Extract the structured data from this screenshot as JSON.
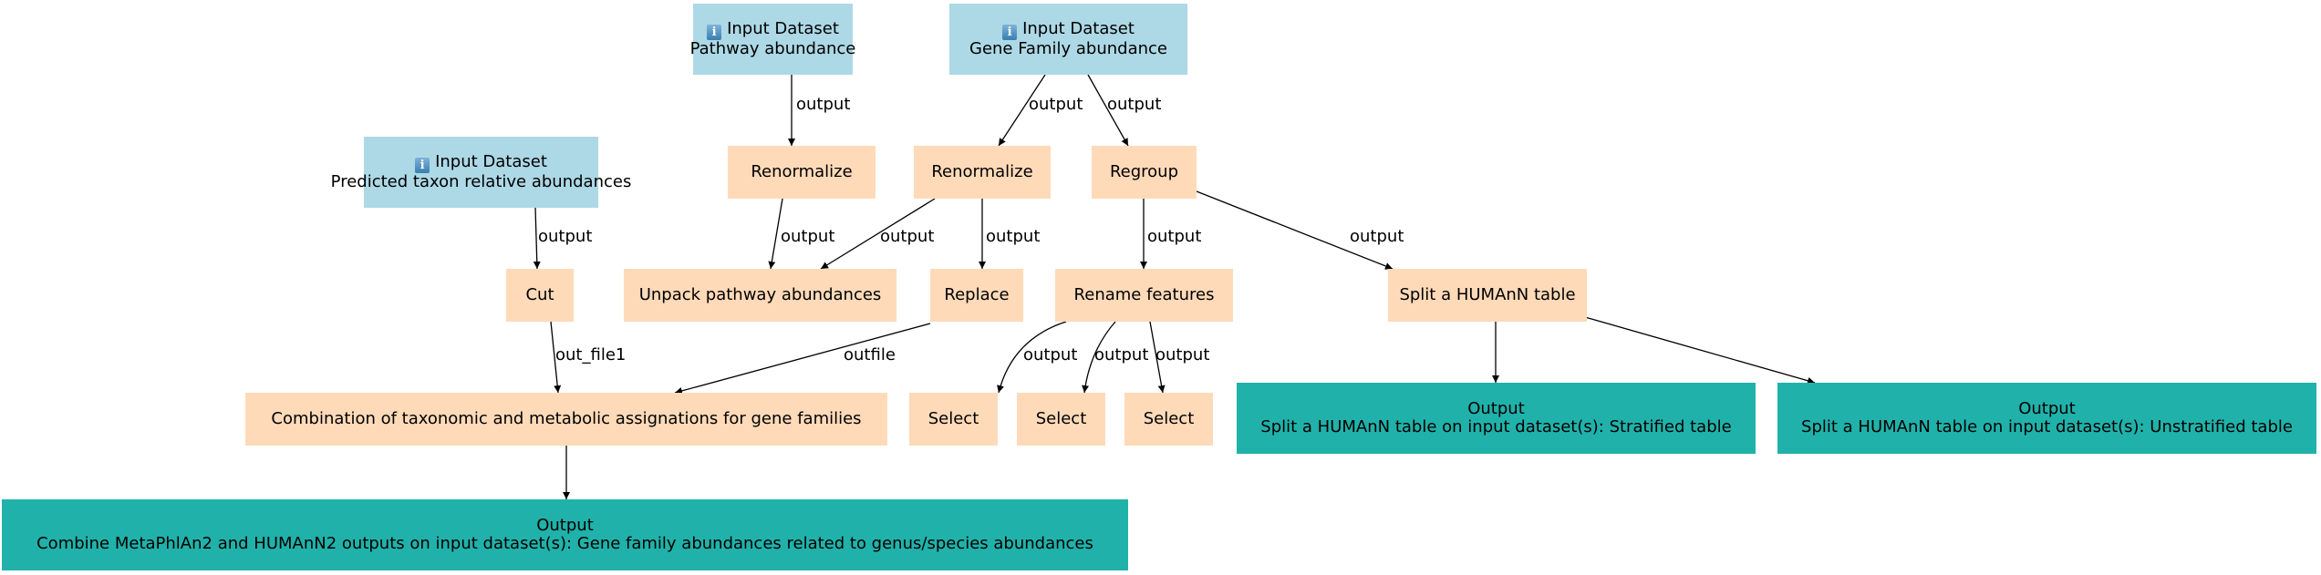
{
  "diagram": {
    "title": "Galaxy workflow graph",
    "colors": {
      "input": "#add8e6",
      "tool": "#ffdab9",
      "output": "#20b2aa",
      "edge": "#000000"
    },
    "nodes": [
      {
        "id": "in_pathway",
        "kind": "input",
        "icon": "info-icon",
        "header": "Input Dataset",
        "label": "Pathway abundance"
      },
      {
        "id": "in_genefam",
        "kind": "input",
        "icon": "info-icon",
        "header": "Input Dataset",
        "label": "Gene Family abundance"
      },
      {
        "id": "in_taxon",
        "kind": "input",
        "icon": "info-icon",
        "header": "Input Dataset",
        "label": "Predicted taxon relative abundances"
      },
      {
        "id": "renorm1",
        "kind": "tool",
        "label": "Renormalize"
      },
      {
        "id": "renorm2",
        "kind": "tool",
        "label": "Renormalize"
      },
      {
        "id": "regroup",
        "kind": "tool",
        "label": "Regroup"
      },
      {
        "id": "cut",
        "kind": "tool",
        "label": "Cut"
      },
      {
        "id": "unpack",
        "kind": "tool",
        "label": "Unpack pathway abundances"
      },
      {
        "id": "replace",
        "kind": "tool",
        "label": "Replace"
      },
      {
        "id": "rename",
        "kind": "tool",
        "label": "Rename features"
      },
      {
        "id": "split",
        "kind": "tool",
        "label": "Split a HUMAnN table"
      },
      {
        "id": "combination",
        "kind": "tool",
        "label": "Combination of taxonomic and metabolic assignations for gene families"
      },
      {
        "id": "select1",
        "kind": "tool",
        "label": "Select"
      },
      {
        "id": "select2",
        "kind": "tool",
        "label": "Select"
      },
      {
        "id": "select3",
        "kind": "tool",
        "label": "Select"
      },
      {
        "id": "out_strat",
        "kind": "output",
        "header": "Output",
        "label": "Split a HUMAnN table on input dataset(s): Stratified table"
      },
      {
        "id": "out_unstrat",
        "kind": "output",
        "header": "Output",
        "label": "Split a HUMAnN table on input dataset(s): Unstratified table"
      },
      {
        "id": "out_combine",
        "kind": "output",
        "header": "Output",
        "label": "Combine MetaPhlAn2 and HUMAnN2 outputs on input dataset(s): Gene family abundances related to genus/species abundances"
      }
    ],
    "edges": [
      {
        "from": "in_pathway",
        "to": "renorm1",
        "label": "output"
      },
      {
        "from": "in_genefam",
        "to": "renorm2",
        "label": "output"
      },
      {
        "from": "in_genefam",
        "to": "regroup",
        "label": "output"
      },
      {
        "from": "in_taxon",
        "to": "cut",
        "label": "output"
      },
      {
        "from": "renorm1",
        "to": "unpack",
        "label": "output"
      },
      {
        "from": "renorm2",
        "to": "unpack",
        "label": "output"
      },
      {
        "from": "renorm2",
        "to": "replace",
        "label": "output"
      },
      {
        "from": "regroup",
        "to": "rename",
        "label": "output"
      },
      {
        "from": "regroup",
        "to": "split",
        "label": "output"
      },
      {
        "from": "cut",
        "to": "combination",
        "label": "out_file1"
      },
      {
        "from": "replace",
        "to": "combination",
        "label": "outfile"
      },
      {
        "from": "rename",
        "to": "select1",
        "label": "output"
      },
      {
        "from": "rename",
        "to": "select2",
        "label": "output"
      },
      {
        "from": "rename",
        "to": "select3",
        "label": "output"
      },
      {
        "from": "split",
        "to": "out_strat",
        "label": ""
      },
      {
        "from": "split",
        "to": "out_unstrat",
        "label": ""
      },
      {
        "from": "combination",
        "to": "out_combine",
        "label": ""
      }
    ]
  }
}
